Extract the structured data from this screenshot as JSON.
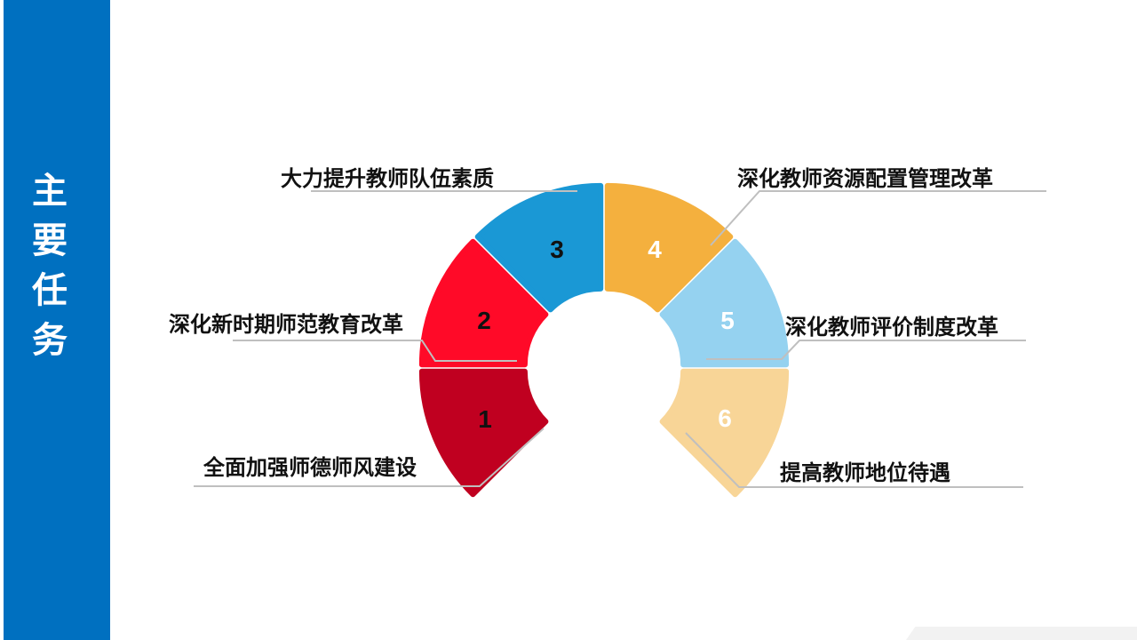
{
  "sidebar": {
    "title": "主要任务"
  },
  "segments": [
    {
      "number": "1",
      "label": "全面加强师德师风建设",
      "color": "#c00020",
      "text_color": "#111111"
    },
    {
      "number": "2",
      "label": "深化新时期师范教育改革",
      "color": "#ff0a28",
      "text_color": "#111111"
    },
    {
      "number": "3",
      "label": "大力提升教师队伍素质",
      "color": "#1a98d5",
      "text_color": "#111111"
    },
    {
      "number": "4",
      "label": "深化教师资源配置管理改革",
      "color": "#f4b03e",
      "text_color": "#ffffff"
    },
    {
      "number": "5",
      "label": "深化教师评价制度改革",
      "color": "#95d2f0",
      "text_color": "#ffffff"
    },
    {
      "number": "6",
      "label": "提高教师地位待遇",
      "color": "#f8d597",
      "text_color": "#ffffff"
    }
  ]
}
